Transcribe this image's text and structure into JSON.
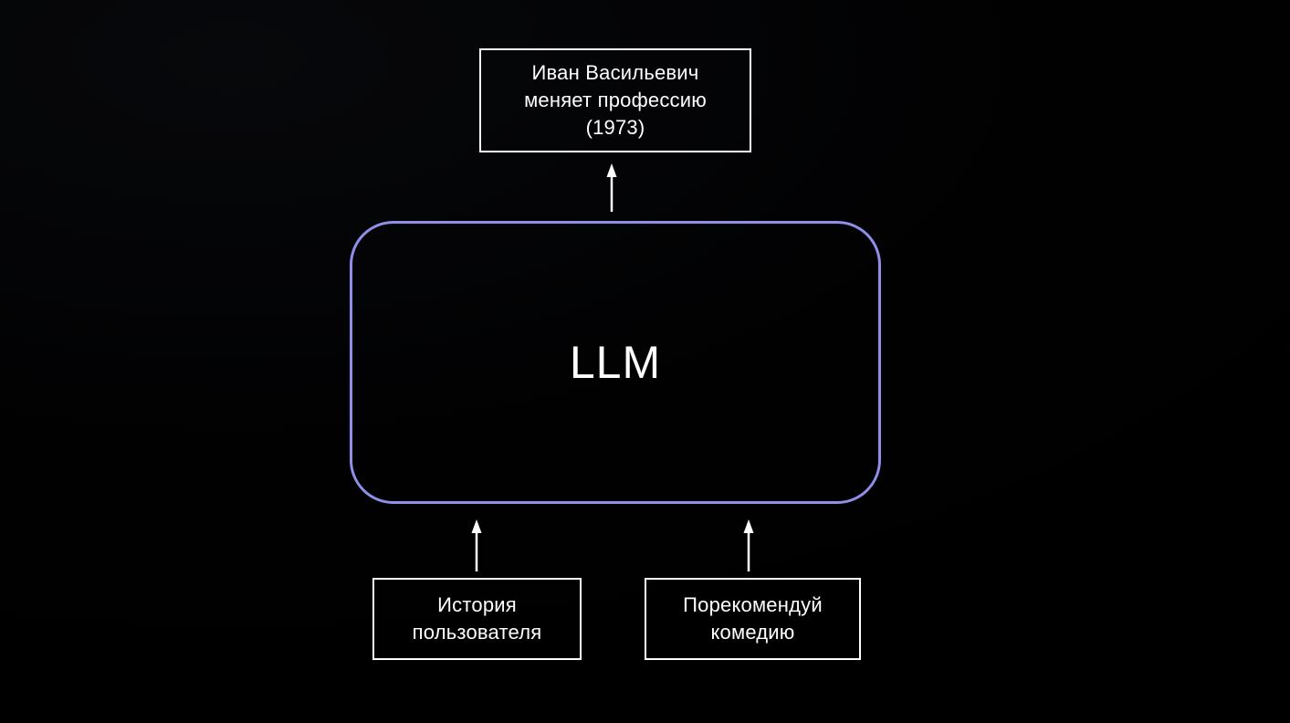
{
  "diagram": {
    "llm_node": {
      "label": "LLM"
    },
    "output_node": {
      "lines": [
        "Иван Васильевич",
        "меняет профессию",
        "(1973)"
      ]
    },
    "input_nodes": [
      {
        "lines": [
          "История",
          "пользователя"
        ]
      },
      {
        "lines": [
          "Порекомендуй",
          "комедию"
        ]
      }
    ],
    "colors": {
      "background": "#000000",
      "node-border": "#ffffff",
      "text": "#ffffff",
      "accent": "#8f8fea",
      "arrow": "#ffffff"
    }
  }
}
